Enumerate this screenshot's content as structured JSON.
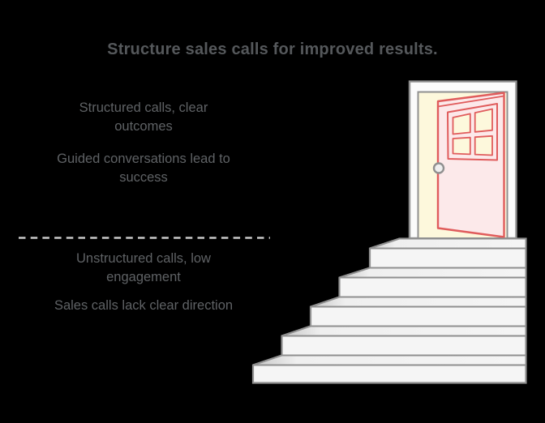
{
  "title": "Structure sales calls for improved results.",
  "left_panel": {
    "blocks": [
      {
        "lines": [
          "Structured calls, clear",
          "outcomes"
        ]
      },
      {
        "lines": [
          "Guided conversations lead to",
          "success"
        ]
      },
      {
        "lines": [
          "Unstructured calls, low",
          "engagement"
        ]
      },
      {
        "lines": [
          "Sales calls lack clear direction"
        ]
      }
    ]
  },
  "divider": {
    "style": "dashed"
  },
  "illustration": {
    "icons": [
      "staircase-icon",
      "open-door-icon",
      "door-window-icon",
      "door-knob-icon"
    ],
    "steps_count": 6
  },
  "colors": {
    "background": "#000000",
    "title_text": "#55585b",
    "body_text": "#5f6265",
    "divider": "#c9c9c9",
    "door_red": "#e05c5c",
    "door_pink": "#fce9ea",
    "door_yellow": "#fdf8dc",
    "frame_gray": "#909090",
    "stair_fill": "#f5f5f5",
    "stair_edge": "#8f8f8f"
  }
}
